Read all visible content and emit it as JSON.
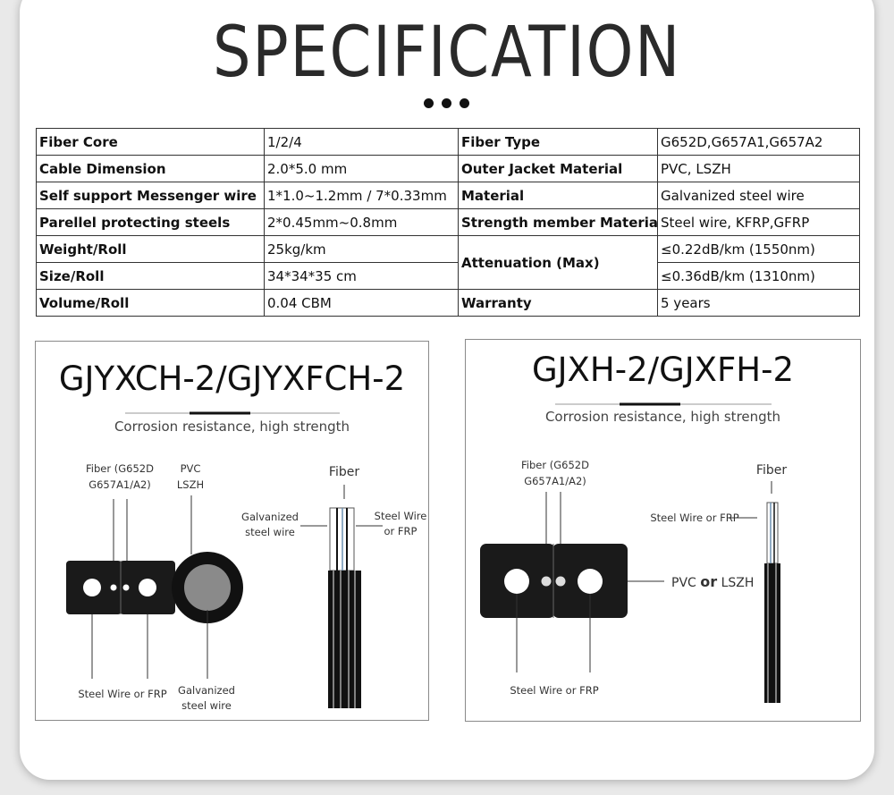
{
  "page_title": "SPECIFICATION",
  "spec_table": {
    "rows": [
      {
        "k1": "Fiber Core",
        "v1": "1/2/4",
        "k2": "Fiber Type",
        "v2": "G652D,G657A1,G657A2"
      },
      {
        "k1": "Cable Dimension",
        "v1": "2.0*5.0 mm",
        "k2": "Outer Jacket Material",
        "v2": "PVC, LSZH"
      },
      {
        "k1": "Self support Messenger wire",
        "v1": "1*1.0~1.2mm / 7*0.33mm",
        "k2": "Material",
        "v2": "Galvanized steel wire"
      },
      {
        "k1": "Parellel protecting steels",
        "v1": "2*0.45mm~0.8mm",
        "k2": "Strength member Material",
        "v2": "Steel wire, KFRP,GFRP"
      },
      {
        "k1": "Weight/Roll",
        "v1": "25kg/km",
        "k2": "Attenuation (Max)",
        "v2": "≤0.22dB/km (1550nm)"
      },
      {
        "k1": "Size/Roll",
        "v1": "34*34*35 cm",
        "v2": "≤0.36dB/km (1310nm)"
      },
      {
        "k1": "Volume/Roll",
        "v1": "0.04 CBM",
        "k2": "Warranty",
        "v2": "5 years"
      }
    ]
  },
  "panel_left": {
    "title": "GJYXCH-2/GJYXFCH-2",
    "subtitle": "Corrosion resistance, high strength",
    "labels": {
      "fiber_l1": "Fiber (G652D",
      "fiber_l2": "G657A1/A2)",
      "pvc_l1": "PVC",
      "pvc_l2": "LSZH",
      "steel_frp": "Steel Wire or FRP",
      "galv_l1": "Galvanized",
      "galv_l2": "steel wire",
      "side_fiber": "Fiber",
      "side_galv_l1": "Galvanized",
      "side_galv_l2": "steel wire",
      "side_steel_l1": "Steel Wire",
      "side_steel_l2": "or FRP"
    }
  },
  "panel_right": {
    "title": "GJXH-2/GJXFH-2",
    "subtitle": "Corrosion resistance, high strength",
    "labels": {
      "fiber_l1": "Fiber (G652D",
      "fiber_l2": "G657A1/A2)",
      "jacket_pre": "PVC ",
      "jacket_or": "or",
      "jacket_post": " LSZH",
      "steel_frp": "Steel Wire or FRP",
      "side_fiber": "Fiber",
      "side_steel": "Steel Wire or FRP"
    }
  }
}
